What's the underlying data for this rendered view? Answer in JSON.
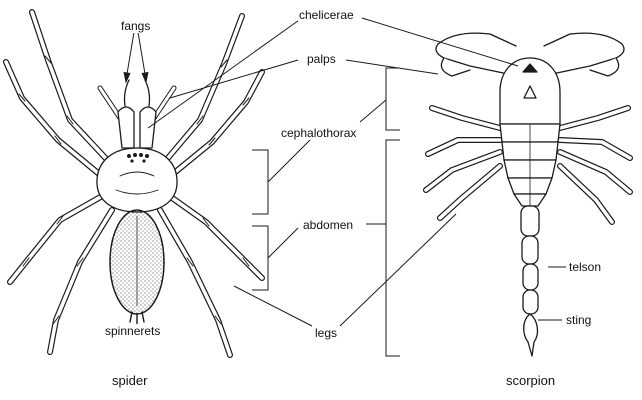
{
  "colors": {
    "ink": "#1a1a1a",
    "paper": "#ffffff"
  },
  "labels": {
    "fangs": "fangs",
    "chelicerae": "chelicerae",
    "palps": "palps",
    "cephalothorax": "cephalothorax",
    "abdomen": "abdomen",
    "legs": "legs",
    "spinnerets": "spinnerets",
    "telson": "telson",
    "sting": "sting"
  },
  "captions": {
    "spider": "spider",
    "scorpion": "scorpion"
  }
}
